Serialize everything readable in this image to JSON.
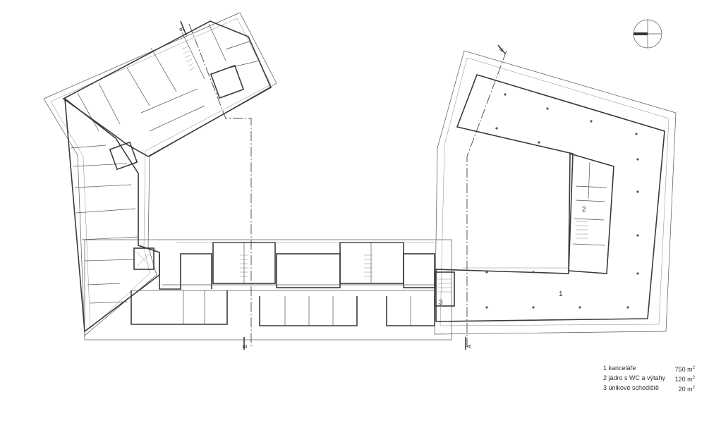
{
  "plan": {
    "room_labels": [
      "1",
      "2",
      "3"
    ],
    "section_markers": [
      "A",
      "B"
    ]
  },
  "legend": {
    "items": [
      {
        "label": "1 kanceláře",
        "area": "750 m",
        "unit_exp": "2"
      },
      {
        "label": "2 jádro s WC a výtahy",
        "area": "120 m",
        "unit_exp": "2"
      },
      {
        "label": "3 únikové schodiště",
        "area": "20 m",
        "unit_exp": "2"
      }
    ]
  },
  "icons": {
    "north": "north-arrow-icon"
  }
}
